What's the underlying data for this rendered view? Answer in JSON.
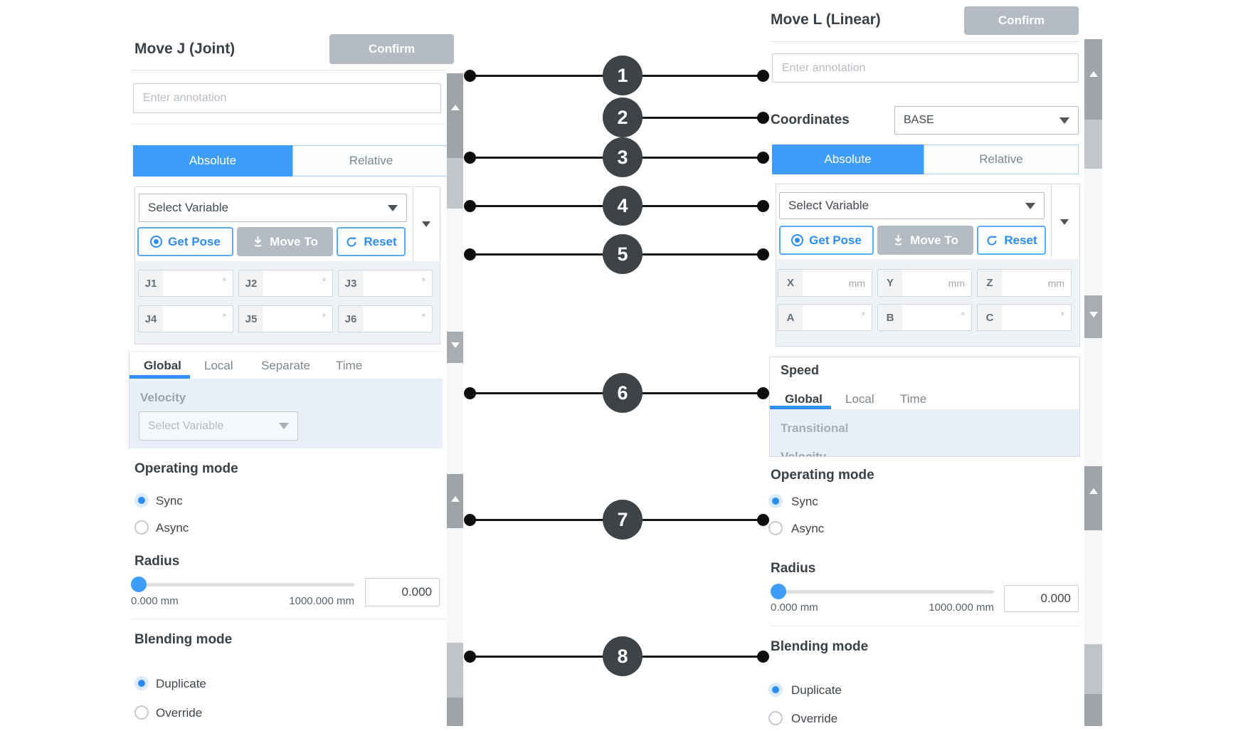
{
  "colors": {
    "accent_blue": "#3e9cfa",
    "active_tab": "#3e9cfa",
    "callout_circle": "#3e4348",
    "confirm_gray": "#b4bbc2"
  },
  "left_panel": {
    "title": "Move J (Joint)",
    "confirm_label": "Confirm",
    "annotation_placeholder": "Enter annotation",
    "tabs": {
      "absolute": "Absolute",
      "relative": "Relative"
    },
    "variable": {
      "placeholder": "Select Variable",
      "get_pose": "Get Pose",
      "move_to": "Move To",
      "reset": "Reset"
    },
    "joints": [
      {
        "label": "J1",
        "unit": "°"
      },
      {
        "label": "J2",
        "unit": "°"
      },
      {
        "label": "J3",
        "unit": "°"
      },
      {
        "label": "J4",
        "unit": "°"
      },
      {
        "label": "J5",
        "unit": "°"
      },
      {
        "label": "J6",
        "unit": "°"
      }
    ],
    "speed_tabs": {
      "global": "Global",
      "local": "Local",
      "separate": "Separate",
      "time": "Time"
    },
    "velocity": {
      "label": "Velocity",
      "placeholder": "Select Variable"
    },
    "operating_mode": {
      "label": "Operating mode",
      "sync": "Sync",
      "async": "Async",
      "selected": "Sync"
    },
    "radius": {
      "label": "Radius",
      "min": "0.000 mm",
      "max": "1000.000 mm",
      "value": "0.000"
    },
    "blending_mode": {
      "label": "Blending mode",
      "duplicate": "Duplicate",
      "override": "Override",
      "selected": "Duplicate"
    }
  },
  "right_panel": {
    "title": "Move L (Linear)",
    "confirm_label": "Confirm",
    "annotation_placeholder": "Enter annotation",
    "coordinates": {
      "label": "Coordinates",
      "value": "BASE"
    },
    "tabs": {
      "absolute": "Absolute",
      "relative": "Relative"
    },
    "variable": {
      "placeholder": "Select Variable",
      "get_pose": "Get Pose",
      "move_to": "Move To",
      "reset": "Reset"
    },
    "pose": [
      {
        "label": "X",
        "unit": "mm"
      },
      {
        "label": "Y",
        "unit": "mm"
      },
      {
        "label": "Z",
        "unit": "mm"
      },
      {
        "label": "A",
        "unit": "°"
      },
      {
        "label": "B",
        "unit": "°"
      },
      {
        "label": "C",
        "unit": "°"
      }
    ],
    "speed": {
      "title": "Speed",
      "tabs": {
        "global": "Global",
        "local": "Local",
        "time": "Time"
      },
      "transitional": "Transitional",
      "clipped_row": "Velocity"
    },
    "operating_mode": {
      "label": "Operating mode",
      "sync": "Sync",
      "async": "Async",
      "selected": "Sync"
    },
    "radius": {
      "label": "Radius",
      "min": "0.000 mm",
      "max": "1000.000 mm",
      "value": "0.000"
    },
    "blending_mode": {
      "label": "Blending mode",
      "duplicate": "Duplicate",
      "override": "Override",
      "selected": "Duplicate"
    }
  },
  "callouts": {
    "numbers": [
      "1",
      "2",
      "3",
      "4",
      "5",
      "6",
      "7",
      "8"
    ]
  }
}
